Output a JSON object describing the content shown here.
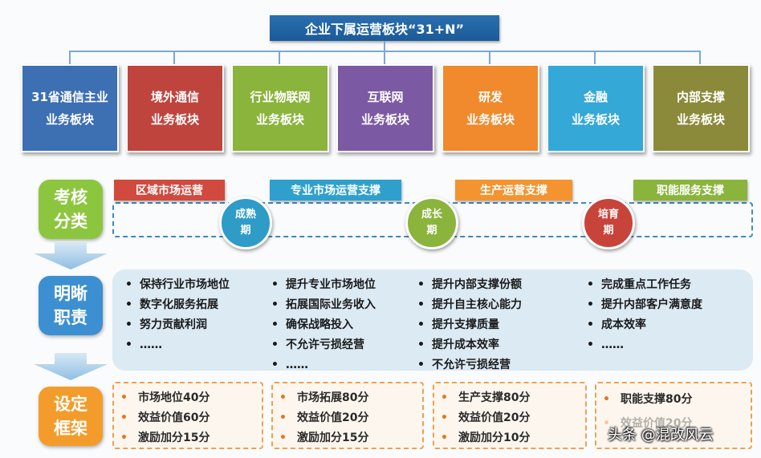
{
  "title": "企业下属运营板块“31+N”",
  "segments": [
    {
      "line1": "31省通信主业",
      "line2": "业务板块",
      "color": "#3d6fb3"
    },
    {
      "line1": "境外通信",
      "line2": "业务板块",
      "color": "#c0443e"
    },
    {
      "line1": "行业物联网",
      "line2": "业务板块",
      "color": "#8ab43c"
    },
    {
      "line1": "互联网",
      "line2": "业务板块",
      "color": "#7b5aa3"
    },
    {
      "line1": "研发",
      "line2": "业务板块",
      "color": "#f08a2c"
    },
    {
      "line1": "金融",
      "line2": "业务板块",
      "color": "#34a8d6"
    },
    {
      "line1": "内部支撑",
      "line2": "业务板块",
      "color": "#8b8a3b"
    }
  ],
  "side_labels": [
    {
      "line1": "考核",
      "line2": "分类",
      "color": "#8cc63f"
    },
    {
      "line1": "明晰",
      "line2": "职责",
      "color": "#3c8fd0"
    },
    {
      "line1": "设定",
      "line2": "框架",
      "color": "#f39c2b"
    }
  ],
  "categories": [
    {
      "label": "区域市场运营",
      "color": "#d04a3e"
    },
    {
      "label": "专业市场运营支撑",
      "color": "#2fa0cc"
    },
    {
      "label": "生产运营支撑",
      "color": "#f39430"
    },
    {
      "label": "职能服务支撑",
      "color": "#8ab43c"
    }
  ],
  "stages": [
    {
      "line1": "成熟",
      "line2": "期",
      "color": "#2f9cc8"
    },
    {
      "line1": "成长",
      "line2": "期",
      "color": "#8ab43c"
    },
    {
      "line1": "培育",
      "line2": "期",
      "color": "#c8443a"
    }
  ],
  "responsibilities": [
    [
      "保持行业市场地位",
      "数字化服务拓展",
      "努力贡献利润",
      "……"
    ],
    [
      "提升专业市场地位",
      "拓展国际业务收入",
      "确保战略投入",
      "不允许亏损经营",
      "……"
    ],
    [
      "提升内部支撑份额",
      "提升自主核心能力",
      "提升支撑质量",
      "提升成本效率",
      "不允许亏损经营"
    ],
    [
      "完成重点工作任务",
      "提升内部客户满意度",
      "成本效率",
      "……"
    ]
  ],
  "frameworks": [
    [
      "市场地位40分",
      "效益价值60分",
      "激励加分15分"
    ],
    [
      "市场拓展80分",
      "效益价值20分",
      "激励加分15分"
    ],
    [
      "生产支撑80分",
      "效益价值20分",
      "激励加分10分"
    ],
    [
      "职能支撑80分",
      "效益价值20分"
    ]
  ],
  "watermark": "头条 @混改风云"
}
